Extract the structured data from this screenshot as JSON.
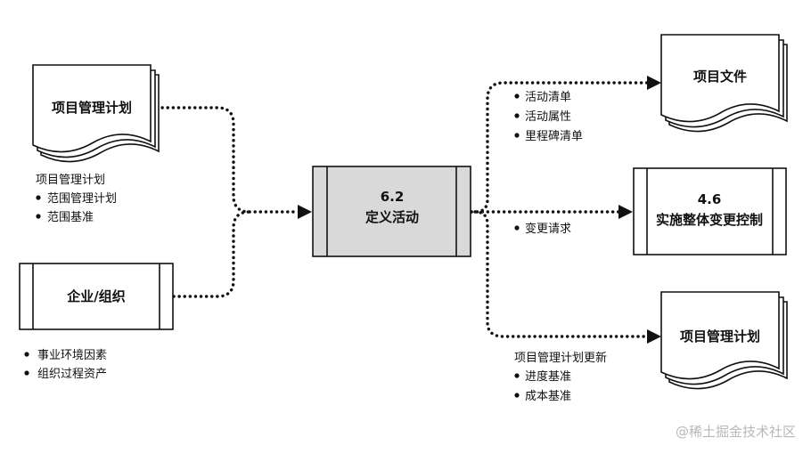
{
  "inputs": {
    "project_plan": {
      "title": "项目管理计划",
      "caption": "项目管理计划",
      "bullets": [
        "范围管理计划",
        "范围基准"
      ]
    },
    "enterprise": {
      "title": "企业/组织",
      "bullets": [
        "事业环境因素",
        "组织过程资产"
      ]
    }
  },
  "process": {
    "number": "6.2",
    "name": "定义活动"
  },
  "outputs": {
    "project_documents": {
      "title": "项目文件",
      "bullets": [
        "活动清单",
        "活动属性",
        "里程碑清单"
      ]
    },
    "change_control": {
      "number": "4.6",
      "name": "实施整体变更控制",
      "bullets": [
        "变更请求"
      ]
    },
    "plan_updates": {
      "title": "项目管理计划",
      "caption": "项目管理计划更新",
      "bullets": [
        "进度基准",
        "成本基准"
      ]
    }
  },
  "watermark": "@稀土掘金技术社区"
}
